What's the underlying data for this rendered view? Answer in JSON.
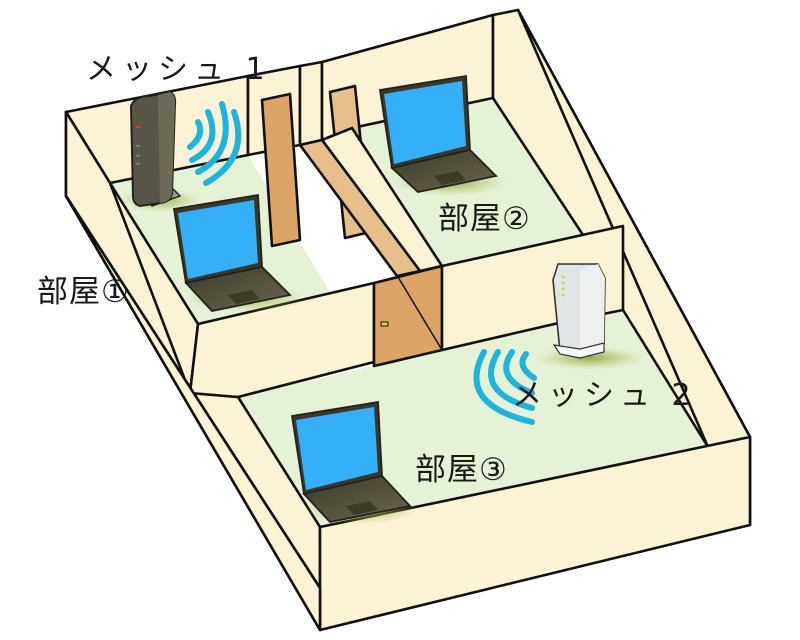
{
  "diagram": {
    "type": "isometric-floor-plan",
    "subject": "mesh Wi-Fi coverage across rooms",
    "colors": {
      "wall": "#fcf3d4",
      "floor": "#e6f2d6",
      "door": "#dca466",
      "door_light": "#e6bf8a",
      "outline": "#111111",
      "wifi_wave": "#1eb4dc",
      "laptop_screen": "#35aff8",
      "laptop_body": "#4a4632",
      "router1_body": "#5a5645",
      "router2_body": "#e2e5e5",
      "shadow": "#9fb44a"
    },
    "labels": {
      "mesh1": "メッシュ 1",
      "mesh2": "メッシュ 2",
      "room1": "部屋①",
      "room2": "部屋②",
      "room3": "部屋③"
    },
    "devices": [
      {
        "id": "mesh1",
        "kind": "router",
        "room": "room1",
        "color": "dark",
        "label": "メッシュ 1"
      },
      {
        "id": "mesh2",
        "kind": "router",
        "room": "room3",
        "color": "white",
        "label": "メッシュ 2"
      },
      {
        "id": "laptop1",
        "kind": "laptop",
        "room": "room1"
      },
      {
        "id": "laptop2",
        "kind": "laptop",
        "room": "room2"
      },
      {
        "id": "laptop3",
        "kind": "laptop",
        "room": "room3"
      }
    ],
    "rooms": [
      "部屋①",
      "部屋②",
      "部屋③"
    ]
  }
}
